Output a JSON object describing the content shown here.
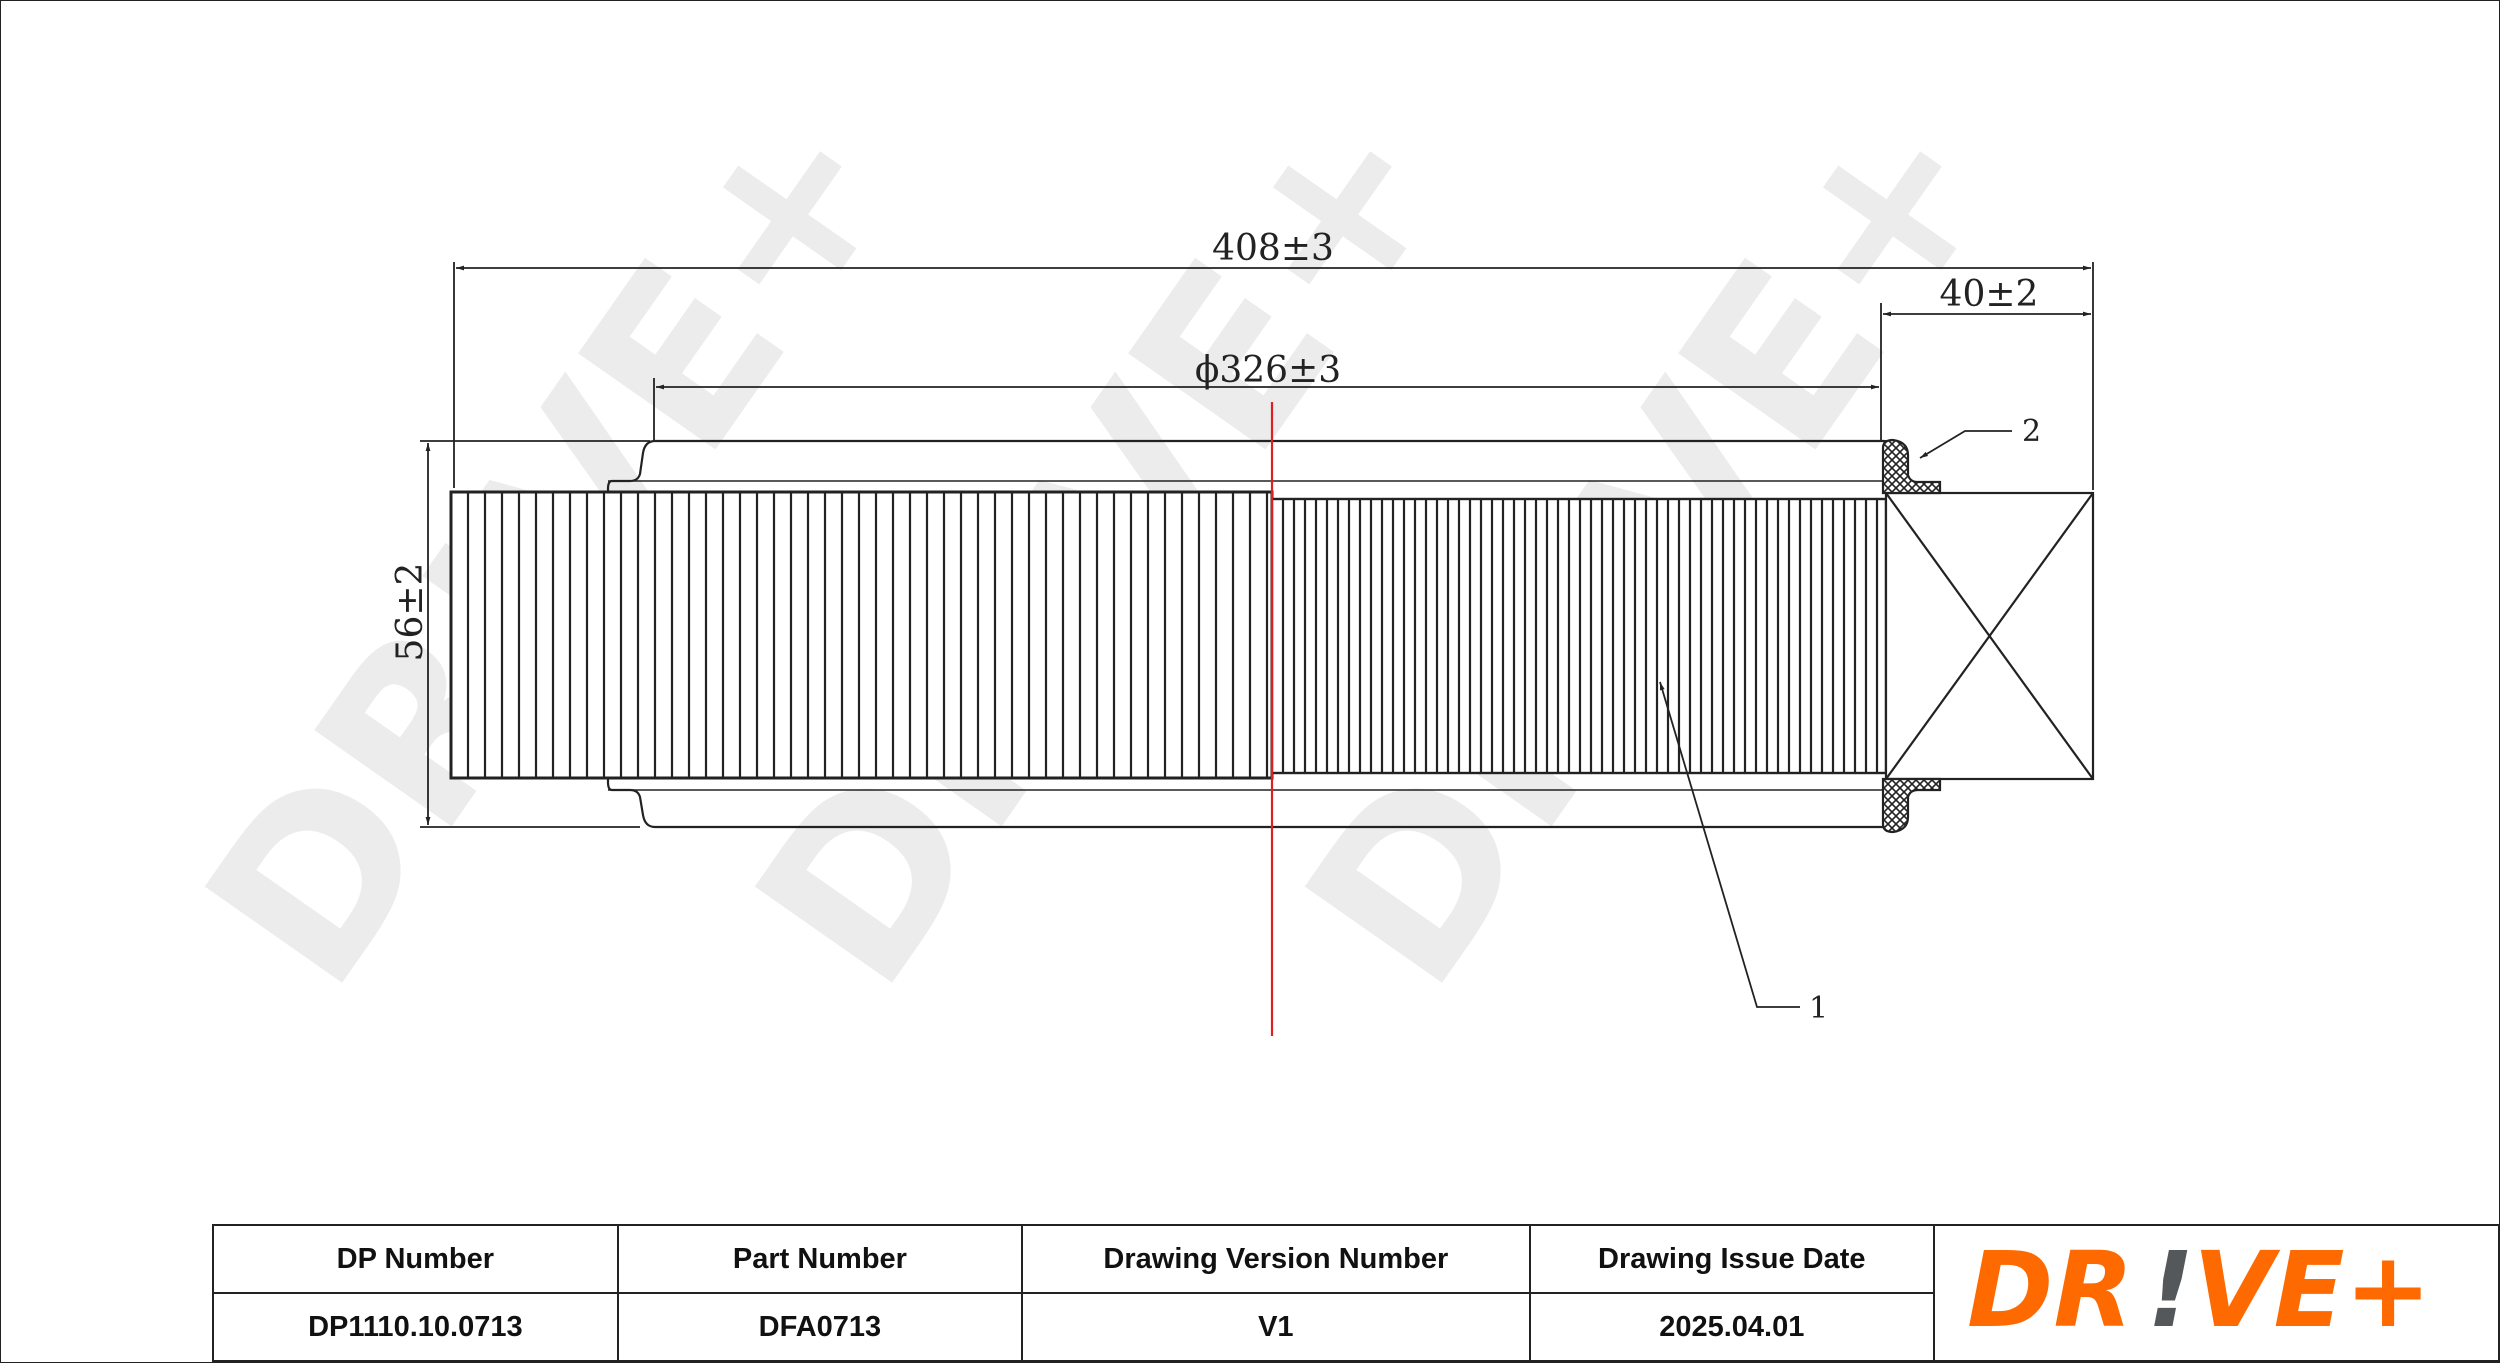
{
  "dimensions": {
    "overall_length": "408±3",
    "end_cap_length": "40±2",
    "inner_length": "ϕ326±3",
    "diameter": "56±2"
  },
  "callouts": {
    "item_1": "1",
    "item_2": "2"
  },
  "title_block": {
    "headers": [
      "DP Number",
      "Part Number",
      "Drawing Version Number",
      "Drawing Issue Date"
    ],
    "values": [
      "DP1110.10.0713",
      "DFA0713",
      "V1",
      "2025.04.01"
    ]
  },
  "logo": {
    "part1": "DR",
    "part2": "!",
    "part3": "VE+",
    "watermark": "DR!VE+"
  },
  "colors": {
    "brand_orange": "#ff6a00",
    "brand_gray": "#55585b",
    "section_line": "#e02020"
  }
}
